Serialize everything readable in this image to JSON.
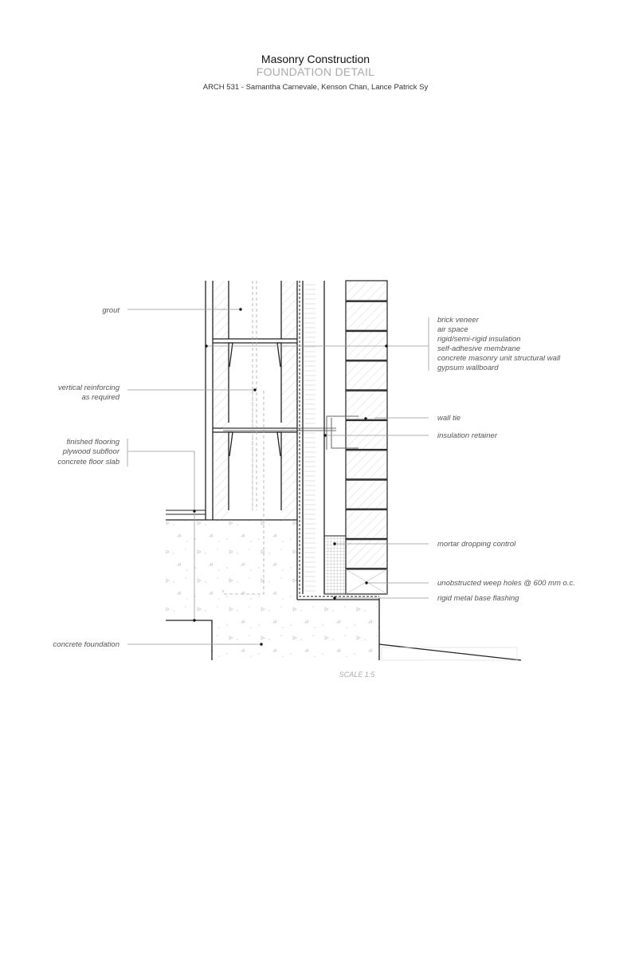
{
  "header": {
    "title": "Masonry Construction",
    "subtitle": "FOUNDATION DETAIL",
    "credits": "ARCH 531 - Samantha Carnevale, Kenson Chan, Lance Patrick Sy"
  },
  "labels_left": {
    "grout": "grout",
    "vertical_reinforcing_1": "vertical reinforcing",
    "vertical_reinforcing_2": "as required",
    "finished_flooring": "finished flooring",
    "plywood_subfloor": "plywood subfloor",
    "concrete_floor_slab": "concrete floor slab",
    "concrete_foundation": "concrete foundation"
  },
  "labels_right": {
    "brick_veneer": "brick veneer",
    "air_space": "air space",
    "insulation": "rigid/semi-rigid insulation",
    "membrane": "self-adhesive membrane",
    "cmu_wall": "concrete masonry unit structural wall",
    "gypsum": "gypsum wallboard",
    "wall_tie": "wall tie",
    "insulation_retainer": "insulation retainer",
    "mortar_dropping": "mortar dropping control",
    "weep_holes": "unobstructed weep holes @ 600 mm o.c.",
    "base_flashing": "rigid metal base flashing"
  },
  "scale": "SCALE 1:5"
}
